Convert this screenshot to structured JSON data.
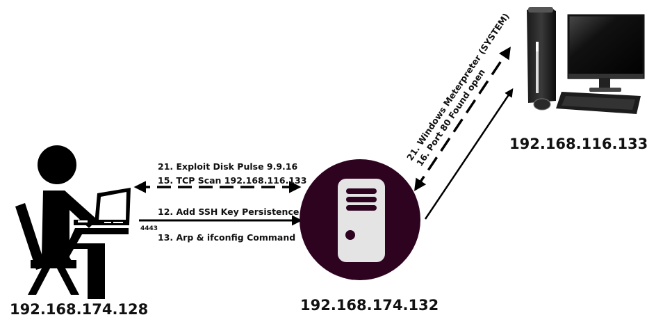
{
  "nodes": {
    "attacker": {
      "ip": "192.168.174.128",
      "icon": "person-at-laptop-icon"
    },
    "pivot": {
      "ip": "192.168.174.132",
      "icon": "server-tower-icon",
      "circle_color": "#2e0320",
      "server_color": "#e4e4e4"
    },
    "target": {
      "ip": "192.168.116.133",
      "icon": "desktop-computer-icon"
    }
  },
  "edges": {
    "attacker_pivot_dashed": {
      "style": "dashed",
      "direction": "bidirectional",
      "labels": [
        "21. Exploit Disk Pulse 9.9.16",
        "15. TCP Scan 192.168.116.133"
      ]
    },
    "attacker_pivot_solid": {
      "style": "solid",
      "direction": "attacker-to-pivot",
      "labels": [
        "12. Add SSH Key Persistence",
        "13. Arp & ifconfig Command"
      ],
      "port": "4443"
    },
    "pivot_target_dashed": {
      "style": "dashed",
      "direction": "bidirectional",
      "labels": [
        "21. Windows Meterpreter (SYSTEM)",
        "16. Port 80 Found open"
      ]
    },
    "pivot_target_solid": {
      "style": "solid",
      "direction": "pivot-to-target"
    }
  }
}
